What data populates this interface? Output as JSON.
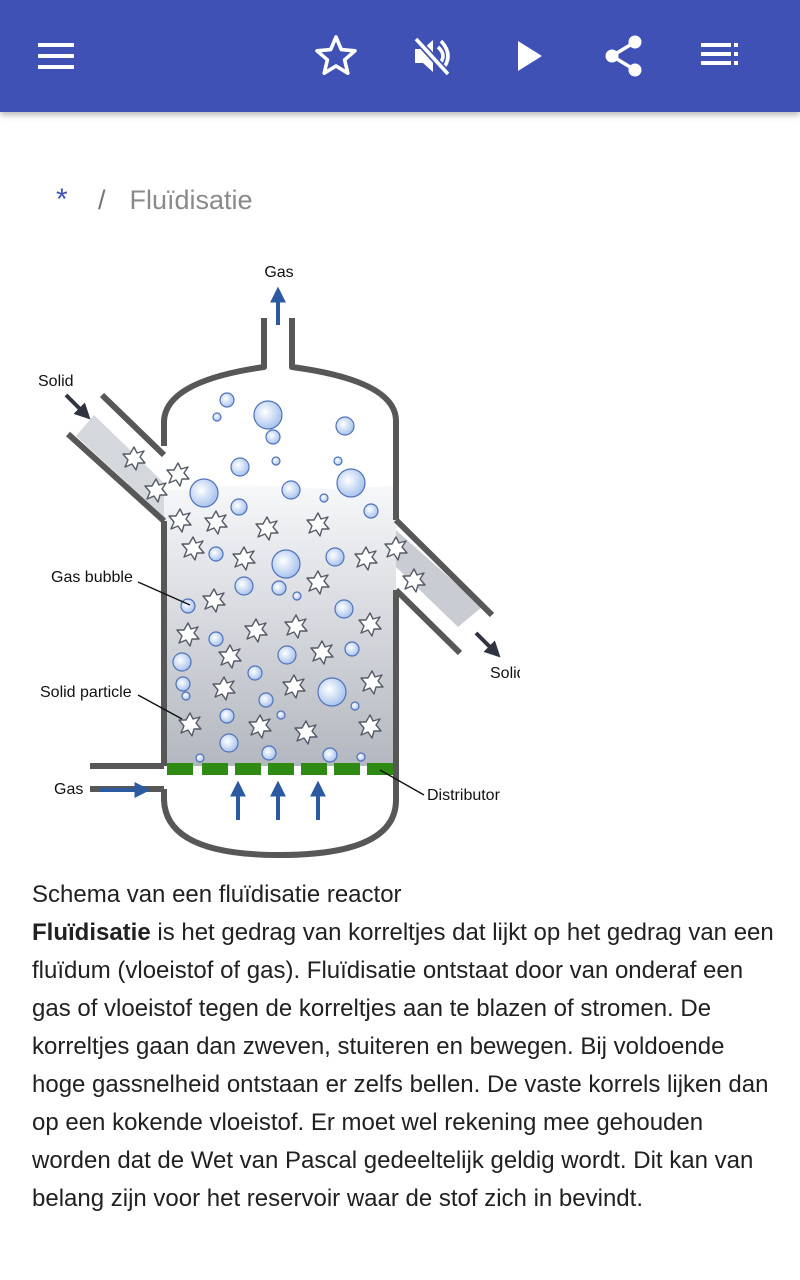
{
  "toolbar": {
    "menu_icon": "menu-icon",
    "favorite_icon": "star-outline-icon",
    "mute_icon": "volume-off-icon",
    "play_icon": "play-icon",
    "share_icon": "share-icon",
    "toc_icon": "list-icon",
    "color": "#3f51b5"
  },
  "breadcrumb": {
    "home": "*",
    "separator": "/",
    "current": "Fluïdisatie"
  },
  "figure": {
    "labels": {
      "gas_top": "Gas",
      "solid_in": "Solid",
      "solid_out": "Solid",
      "gas_bubble": "Gas bubble",
      "solid_particle": "Solid particle",
      "gas_in": "Gas",
      "distributor": "Distributor"
    }
  },
  "article": {
    "caption": "Schema van een fluïdisatie reactor",
    "term": "Fluïdisatie",
    "body": " is het gedrag van korreltjes dat lijkt op het gedrag van een fluïdum (vloeistof of gas). Fluïdisatie ontstaat door van onderaf een gas of vloeistof tegen de korreltjes aan te blazen of stromen. De korreltjes gaan dan zweven, stuiteren en bewegen. Bij voldoende hoge gassnelheid ontstaan er zelfs bellen. De vaste korrels lijken dan op een kokende vloeistof. Er moet wel rekening mee gehouden worden dat de Wet van Pascal gedeeltelijk geldig wordt. Dit kan van belang zijn voor het reservoir waar de stof zich in bevindt."
  }
}
